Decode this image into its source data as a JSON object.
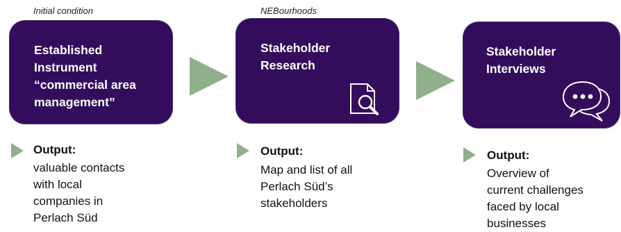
{
  "colors": {
    "box_fill": "#330d5c",
    "arrow": "#8fb08a",
    "text": "#111111"
  },
  "stages": [
    {
      "label": "Initial condition",
      "title": "Established\nInstrument\n“commercial area\nmanagement”",
      "icon": "",
      "output_title": "Output:",
      "output_text": "valuable contacts\nwith local\ncompanies in\nPerlach Süd"
    },
    {
      "label": "NEBourhoods",
      "title": "Stakeholder\nResearch",
      "icon": "document-search-icon",
      "output_title": "Output:",
      "output_text": "Map and list of all\nPerlach Süd’s\nstakeholders"
    },
    {
      "label": "",
      "title": "Stakeholder\nInterviews",
      "icon": "chat-bubbles-icon",
      "output_title": "Output:",
      "output_text": "Overview of\ncurrent challenges\nfaced by local\nbusinesses"
    }
  ]
}
